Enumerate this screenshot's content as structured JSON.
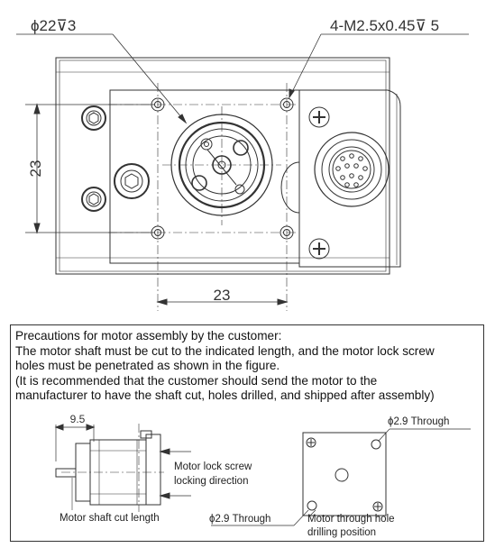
{
  "top_drawing": {
    "callout_bore": "ϕ22⊽3",
    "callout_thread": "4-M2.5x0.45⊽ 5",
    "dim_vertical": "23",
    "dim_horizontal": "23"
  },
  "notes": {
    "line1": "Precautions for motor assembly by the customer:",
    "line2": "The motor shaft must be cut to the indicated length, and the motor lock screw",
    "line3": "holes must be penetrated as shown in the figure.",
    "line4": "(It is recommended that the customer should send the motor to the",
    "line5": "manufacturer to have the shaft cut, holes drilled, and shipped after assembly)"
  },
  "bottom_left": {
    "dim_cut": "9.5",
    "label_screw_line1": "Motor lock screw",
    "label_screw_line2": "locking direction",
    "label_cut_length": "Motor shaft cut length"
  },
  "bottom_right": {
    "through_top": "ϕ2.9 Through",
    "through_bottom": "ϕ2.9 Through",
    "label_hole_line1": "Motor through hole",
    "label_hole_line2": "drilling position"
  }
}
